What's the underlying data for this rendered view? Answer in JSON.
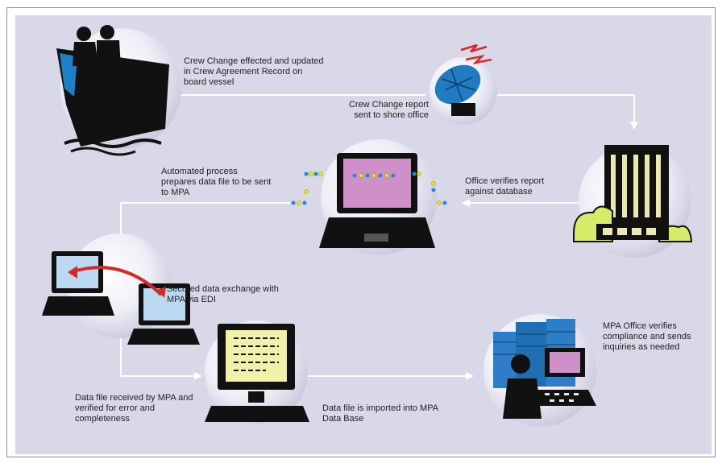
{
  "labels": {
    "step1": "Crew Change effected and updated in Crew Agreement Record on board vessel",
    "step2": "Crew Change report sent to shore office",
    "step3": "Office verifies report against database",
    "step4": "Automated process prepares data file to be sent to MPA",
    "step5": "Secured data exchange with MPA via EDI",
    "step6": "Data file received by MPA and verified for error and completeness",
    "step7": "Data file is imported into MPA Data Base",
    "step8": "MPA Office verifies compliance and sends inquiries as needed"
  },
  "icons": {
    "ship": "ship-with-crew-icon",
    "satellite": "satellite-dish-icon",
    "office": "office-building-icon",
    "laptop_prepare": "laptop-icon",
    "edi": "laptops-data-exchange-icon",
    "mpa_terminal": "computer-terminal-icon",
    "mpa_office": "mpa-office-operator-icon"
  },
  "colors": {
    "panel": "#d8d8e9",
    "flow_line": "#ffffff",
    "accent_red": "#d42a2a",
    "dot_blue": "#1a8fd6",
    "dot_yellow": "#f2e600",
    "building_green": "#d8ea6a"
  }
}
